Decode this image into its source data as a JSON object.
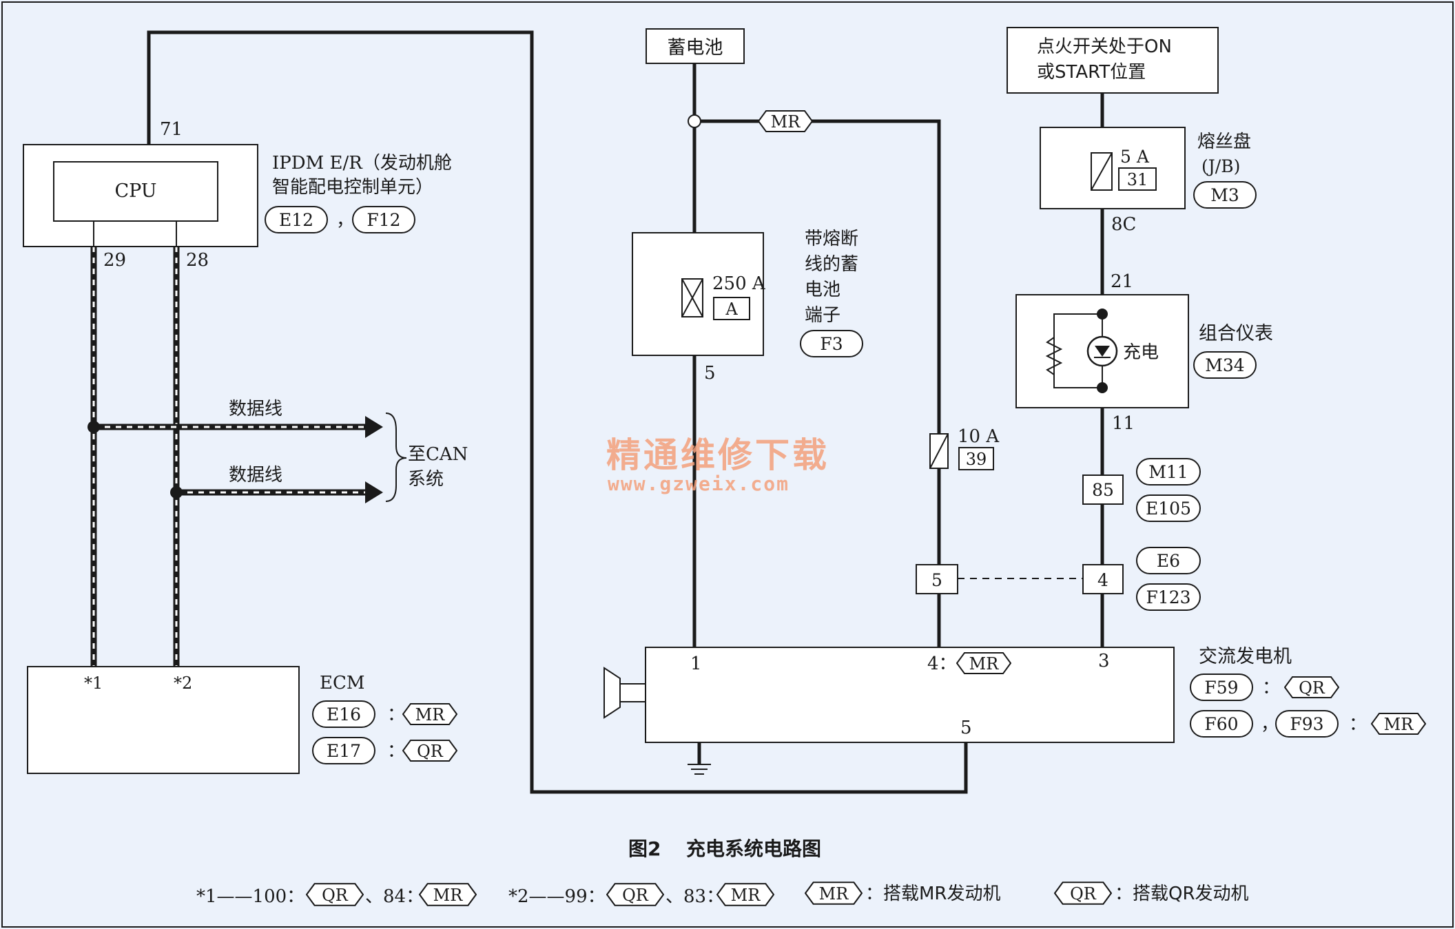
{
  "ipdm": {
    "title_line1": "IPDM E/R（发动机舱",
    "title_line2": "智能配电控制单元）",
    "cpu_label": "CPU",
    "pin_top": "71",
    "pin_left": "29",
    "pin_right": "28",
    "connector_1": "E12",
    "separator": "，",
    "connector_2": "F12"
  },
  "ecm": {
    "title": "ECM",
    "pin_1": "*1",
    "pin_2": "*2",
    "connectors": [
      {
        "code": "E16",
        "engine": "MR"
      },
      {
        "code": "E17",
        "engine": "QR"
      }
    ],
    "colon": "："
  },
  "can": {
    "data_line_1": "数据线",
    "data_line_2": "数据线",
    "to_can_line1": "至CAN",
    "to_can_line2": "系统"
  },
  "battery": {
    "label": "蓄电池",
    "mr_tag": "MR"
  },
  "fusible_link": {
    "rating": "250 A",
    "code": "A",
    "desc_line1": "带熔断",
    "desc_line2": "线的蓄",
    "desc_line3": "电池",
    "desc_line4": "端子",
    "connector": "F3",
    "pin": "5"
  },
  "fuse_10a": {
    "rating": "10 A",
    "code": "39"
  },
  "ignition": {
    "line1": "点火开关处于ON",
    "line2": "或START位置"
  },
  "fuse_block": {
    "rating": "5 A",
    "code": "31",
    "title": "熔丝盘",
    "subtitle": "(J/B)",
    "connector": "M3",
    "pin": "8C"
  },
  "meter": {
    "title": "组合仪表",
    "connector": "M34",
    "lamp_label": "充电",
    "pin_top": "21",
    "pin_bottom": "11"
  },
  "joints": {
    "pin_85": "85",
    "m11": "M11",
    "e105": "E105",
    "pin_5": "5",
    "pin_4": "4",
    "e6": "E6",
    "f123": "F123"
  },
  "alternator": {
    "title": "交流发电机",
    "pin_1": "1",
    "pin_4": "4：",
    "pin_4_tag": "MR",
    "pin_3": "3",
    "pin_5": "5",
    "conn_f59": "F59",
    "conn_f59_engine": "QR",
    "conn_f60": "F60",
    "separator": "，",
    "conn_f93": "F93",
    "conn_f60_engine": "MR",
    "colon": "："
  },
  "watermark": {
    "cn": "精通维修下载",
    "url": "www.gzweix.com"
  },
  "caption": {
    "fig_no": "图2",
    "title": "充电系统电路图"
  },
  "legend": {
    "note1_prefix": "*1——100：",
    "note1_tag1": "QR",
    "note1_mid": "、84：",
    "note1_tag2": "MR",
    "note2_prefix": "*2——99：",
    "note2_tag1": "QR",
    "note2_mid": "、83：",
    "note2_tag2": "MR",
    "mr_tag": "MR",
    "mr_desc": "：搭载MR发动机",
    "qr_tag": "QR",
    "qr_desc": "：搭载QR发动机"
  },
  "colors": {
    "background": "#ecf2fb",
    "ink": "#1a1a1a",
    "watermark": "#f4a07c"
  }
}
